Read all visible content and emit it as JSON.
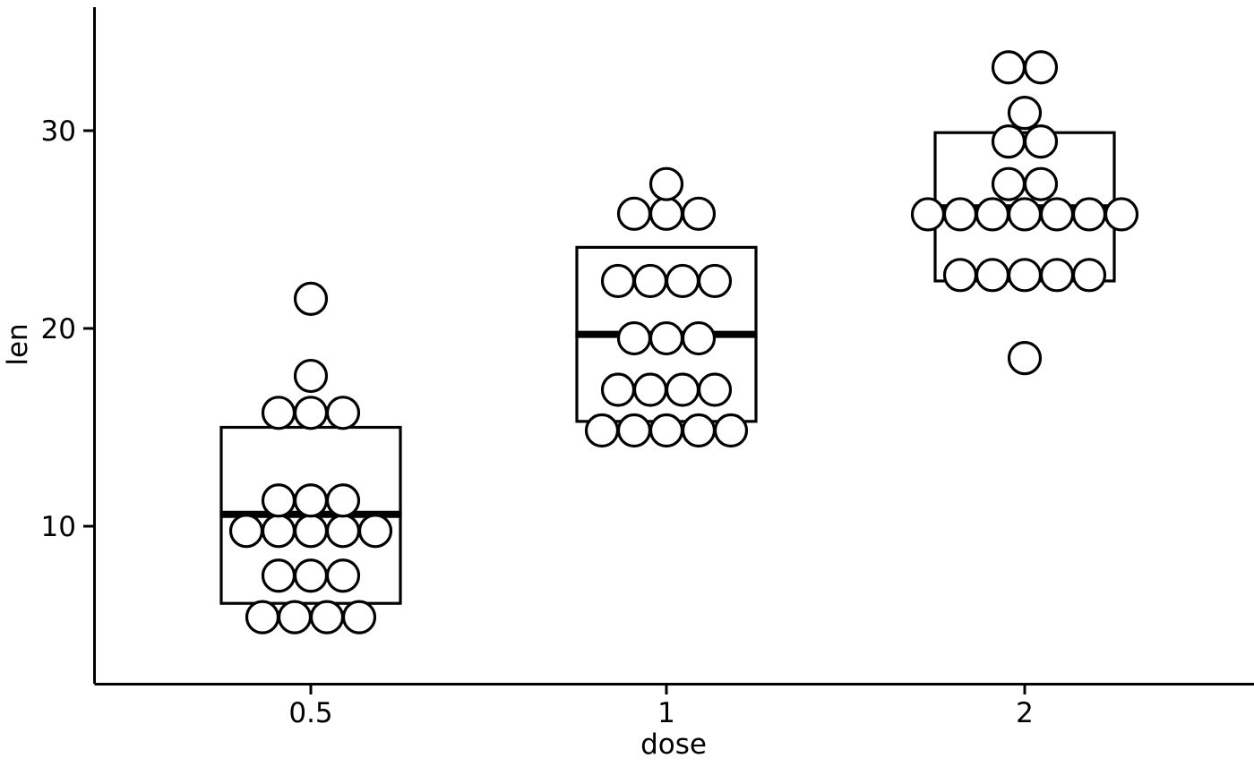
{
  "chart_data": {
    "type": "boxplot",
    "title": "",
    "subtitle": "",
    "xlabel": "dose",
    "ylabel": "len",
    "categories": [
      "0.5",
      "1",
      "2"
    ],
    "xtick_labels": [
      "0.5",
      "1",
      "2"
    ],
    "ytick_labels": [
      "10",
      "20",
      "30"
    ],
    "ytick_values": [
      10,
      20,
      30
    ],
    "ylim": [
      3.2,
      35.0
    ],
    "grid": false,
    "legend": false,
    "overlay": "dotplot",
    "point_marker": "open-circle",
    "point_fill": "#ffffff",
    "point_stroke": "#000000",
    "box_fill": "#ffffff",
    "box_stroke": "#000000",
    "median_stroke": "#000000",
    "axis_color": "#000000",
    "background": "#ffffff",
    "groups": [
      {
        "name": "0.5",
        "x": 0.5,
        "box": {
          "lower_whisker": 4.2,
          "q1": 6.1,
          "median": 10.6,
          "q3": 15.0,
          "upper_whisker": 17.5
        },
        "points": [
          4.2,
          5.2,
          5.8,
          6.4,
          7.0,
          7.3,
          8.2,
          9.4,
          9.7,
          9.7,
          10.0,
          10.0,
          11.2,
          11.2,
          11.5,
          15.2,
          15.5,
          16.5,
          17.6,
          21.5
        ]
      },
      {
        "name": "1",
        "x": 1,
        "box": {
          "lower_whisker": 14.5,
          "q1": 15.3,
          "median": 19.7,
          "q3": 24.1,
          "upper_whisker": 26.8
        },
        "points": [
          14.5,
          14.5,
          14.5,
          15.2,
          15.5,
          16.5,
          16.5,
          17.3,
          17.3,
          18.8,
          19.7,
          20.0,
          21.5,
          22.4,
          22.4,
          23.3,
          25.2,
          25.8,
          26.4,
          27.3
        ]
      },
      {
        "name": "2",
        "x": 2,
        "box": {
          "lower_whisker": 18.5,
          "q1": 22.4,
          "median": 26.1,
          "q3": 29.9,
          "upper_whisker": 33.9
        },
        "points": [
          18.5,
          21.5,
          22.1,
          23.0,
          23.3,
          23.6,
          24.5,
          25.5,
          25.5,
          26.0,
          26.1,
          26.4,
          26.4,
          27.3,
          27.3,
          29.4,
          29.5,
          30.9,
          32.5,
          33.9
        ]
      }
    ]
  },
  "axes": {
    "y_title": "len",
    "x_title": "dose"
  }
}
